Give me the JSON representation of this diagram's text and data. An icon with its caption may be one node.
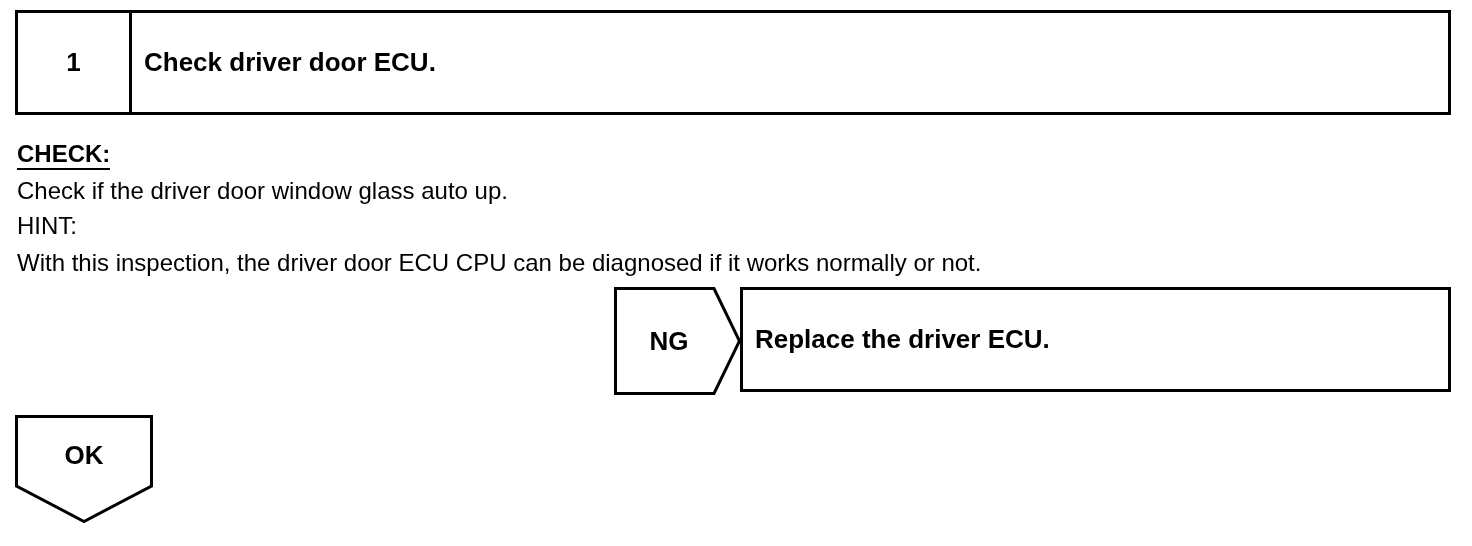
{
  "diagram": {
    "nodes": [
      {
        "text": [
          "1",
          "Check driver door ECU."
        ]
      },
      {
        "text": [
          "NG"
        ]
      },
      {
        "text": [
          "Replace the driver ECU."
        ]
      },
      {
        "text": [
          "OK"
        ]
      }
    ],
    "labels": [
      "CHECK:",
      "Check if the driver door window glass auto up.",
      "HINT:",
      "With this inspection, the driver door ECU CPU can be diagnosed if it works normally or not."
    ]
  }
}
